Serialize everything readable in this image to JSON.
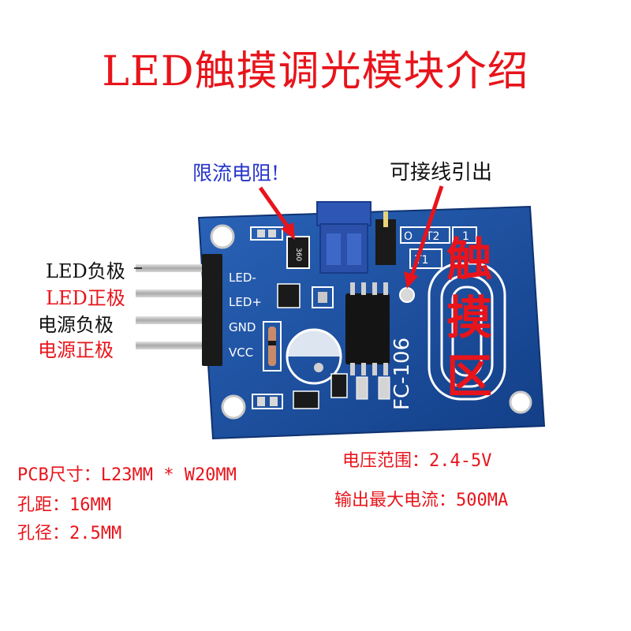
{
  "title": "LED触摸调光模块介绍",
  "callouts": {
    "resistor": "限流电阻!",
    "wire_out": "可接线引出"
  },
  "pin_labels": [
    "LED负极",
    "LED正极",
    "电源负极",
    "电源正极"
  ],
  "board_silkscreen": {
    "pins": [
      "LED-",
      "LED+",
      "GND",
      "VCC"
    ],
    "model": "FC-106",
    "pads": [
      "O",
      "T2",
      "1",
      "T1"
    ],
    "resistor_code": "360"
  },
  "touch_area_chars": [
    "触",
    "摸",
    "区"
  ],
  "specs_left": [
    "PCB尺寸：L23MM * W20MM",
    "孔距：16MM",
    "孔径：2.5MM"
  ],
  "specs_right": [
    "电压范围：2.4-5V",
    "输出最大电流：500MA"
  ],
  "colors": {
    "title_red": "#e8141b",
    "callout_blue": "#2636c9",
    "pcb_blue": "#1b4d9a"
  }
}
